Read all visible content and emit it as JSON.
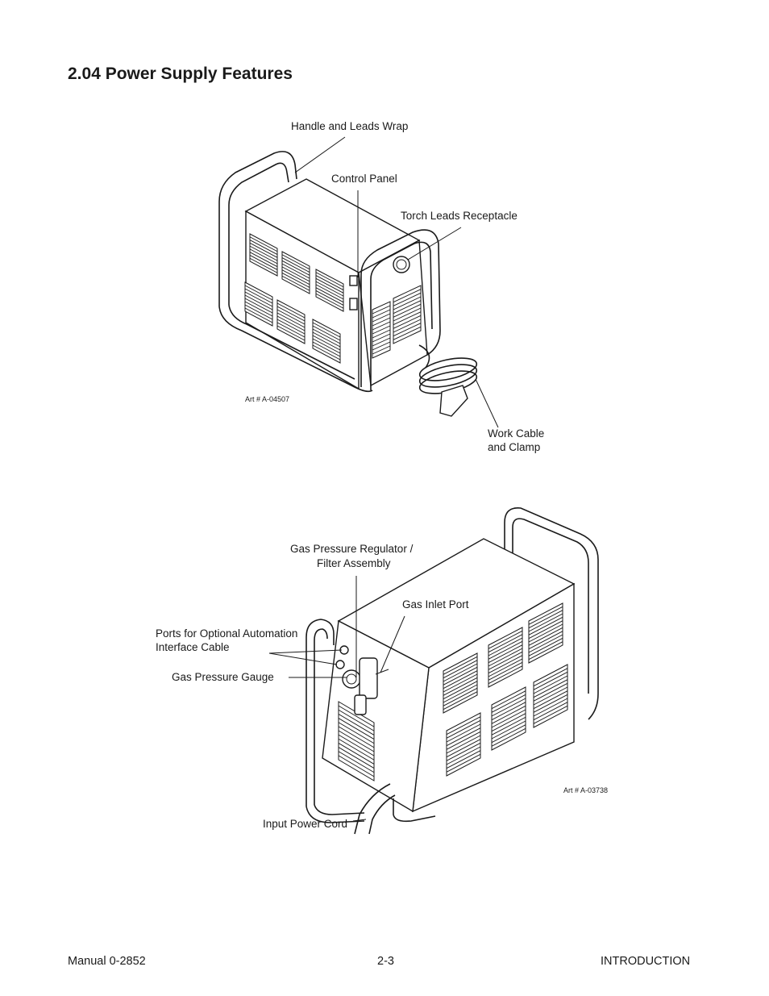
{
  "section_title": "2.04  Power Supply Features",
  "figure1": {
    "labels": {
      "handle": "Handle and Leads Wrap",
      "control": "Control Panel",
      "torch": "Torch Leads Receptacle",
      "work_line1": "Work Cable",
      "work_line2": "and Clamp"
    },
    "art_number": "Art # A-04507"
  },
  "figure2": {
    "labels": {
      "regulator_line1": "Gas Pressure Regulator /",
      "regulator_line2": "Filter Assembly",
      "inlet": "Gas Inlet Port",
      "ports_line1": "Ports for Optional Automation",
      "ports_line2": "Interface Cable",
      "gauge": "Gas Pressure Gauge",
      "cord": "Input Power Cord"
    },
    "art_number": "Art # A-03738"
  },
  "footer": {
    "left": "Manual 0-2852",
    "center": "2-3",
    "right": "INTRODUCTION"
  }
}
